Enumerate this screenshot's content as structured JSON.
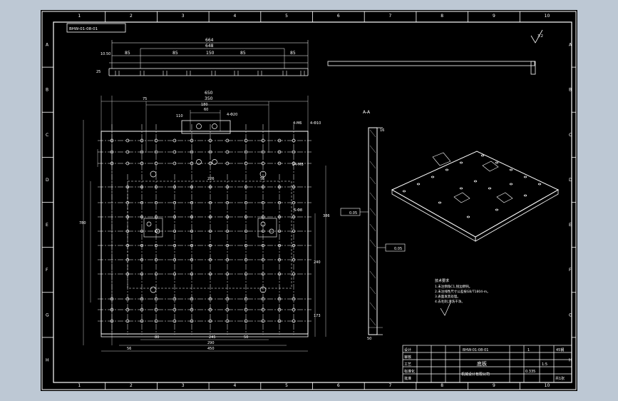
{
  "window": {
    "background": "#bdc8d4",
    "canvas_background": "#000000"
  },
  "colors": {
    "line": "#ffffff",
    "dim": "#e8e8e8"
  },
  "border": {
    "columns": [
      "1",
      "2",
      "3",
      "4",
      "5",
      "6",
      "7",
      "8",
      "9",
      "10"
    ],
    "rows": [
      "A",
      "B",
      "C",
      "D",
      "E",
      "F",
      "G",
      "H"
    ]
  },
  "drawing_number_box": "BHW-01-08-01",
  "side_view_dims": {
    "total_top": "664",
    "inner_top": "648",
    "segments": [
      "85",
      "85",
      "150",
      "85",
      "85"
    ],
    "left_small": "10.50",
    "height": "25"
  },
  "plan_view_dims": {
    "width": "650",
    "d_350": "350",
    "d_75": "75",
    "d_180": "180",
    "d_60": "60",
    "d_110": "110",
    "bottom_245": "245",
    "bottom_290": "290",
    "bottom_450": "450",
    "bottom_80": "80",
    "bottom_50": "50",
    "bottom_56": "56",
    "height_780": "780",
    "right_386": "386",
    "right_240": "240",
    "right_173": "173",
    "dim_226": "226",
    "dim_56": "56",
    "hole_callout_1": "4-M6",
    "hole_callout_2": "4-Φ10",
    "hole_callout_3": "24-M8",
    "hole_callout_4": "6-Φ8",
    "hole_callout_5": "4-Φ20"
  },
  "section_view": {
    "label": "A-A",
    "thickness": "16",
    "flat1": "0.05",
    "flat2": "0.05",
    "bottom": "50"
  },
  "surface_finish": "3.2",
  "notes": {
    "heading": "技术要求",
    "lines": [
      "1.未注倒角C1,锐边倒钝。",
      "2.未注线性尺寸公差按GB/T1804-m。",
      "3.表面发黑处理。",
      "4.去毛刺,清洗干净。"
    ]
  },
  "title_block": {
    "part_name": "底板",
    "drawing_code": "BHW-01-08-01",
    "material": "45钢",
    "scale": "1:5",
    "row_labels": [
      "设计",
      "审核",
      "工艺",
      "标准化",
      "批准"
    ],
    "company": "机械设计有限公司",
    "quantity": "1",
    "sheet": "共1张",
    "weight": "0.335"
  }
}
